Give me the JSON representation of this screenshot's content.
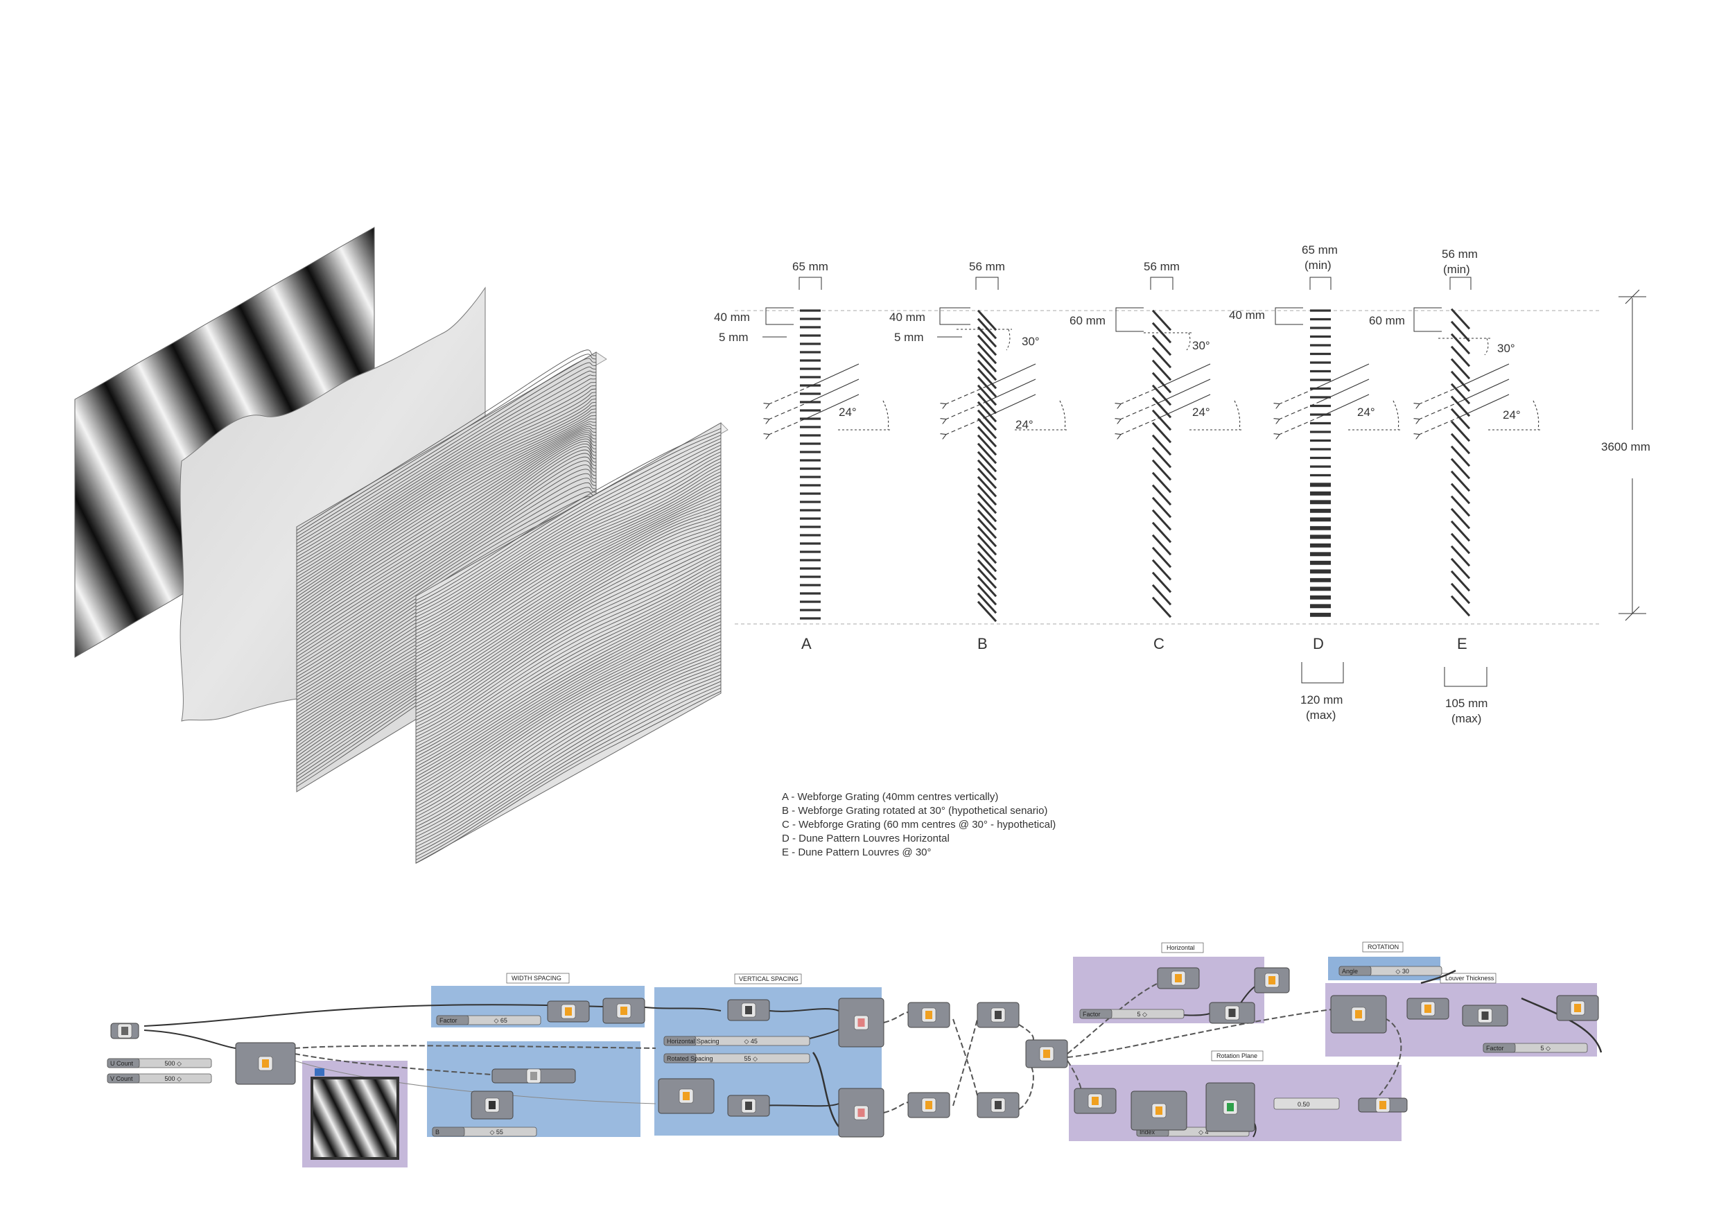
{
  "dimensions": {
    "col_a": {
      "width": "65 mm",
      "v_spacing": "40 mm",
      "thickness": "5 mm",
      "sun_angle": "24°",
      "letter": "A"
    },
    "col_b": {
      "width": "56 mm",
      "v_spacing": "40 mm",
      "thickness": "5 mm",
      "rotation": "30°",
      "sun_angle": "24°",
      "letter": "B"
    },
    "col_c": {
      "width": "56 mm",
      "v_spacing": "60 mm",
      "rotation": "30°",
      "sun_angle": "24°",
      "letter": "C"
    },
    "col_d": {
      "width": "65 mm",
      "width_note": "(min)",
      "v_spacing": "40 mm",
      "sun_angle": "24°",
      "letter": "D",
      "bottom": "120 mm",
      "bottom_note": "(max)"
    },
    "col_e": {
      "width": "56 mm",
      "width_note": "(min)",
      "v_spacing": "60 mm",
      "rotation": "30°",
      "sun_angle": "24°",
      "letter": "E",
      "bottom": "105 mm",
      "bottom_note": "(max)"
    },
    "height": "3600 mm"
  },
  "legend": [
    "A - Webforge Grating (40mm centres vertically)",
    "B - Webforge Grating rotated at 30° (hypothetical senario)",
    "C - Webforge  Grating (60 mm centres @ 30° - hypothetical)",
    "D - Dune Pattern Louvres Horizontal",
    "E - Dune Pattern Louvres @ 30°"
  ],
  "grasshopper": {
    "groups": {
      "width_spacing": "WIDTH SPACING",
      "vertical_spacing": "VERTICAL SPACING",
      "horizontal": "Horizontal",
      "rotation": "ROTATION",
      "rotation_plane": "Rotation Plane",
      "louver_thickness": "Louver Thickness"
    },
    "sliders": {
      "factor_width": {
        "label": "Factor",
        "value": "◇ 65"
      },
      "u_count": {
        "label": "U Count",
        "value": "500 ◇"
      },
      "v_count": {
        "label": "V Count",
        "value": "500 ◇"
      },
      "b_value": {
        "label": "B",
        "value": "◇ 55"
      },
      "horizontal_spacing": {
        "label": "Horizontal Spacing",
        "value": "◇ 45"
      },
      "rotated_spacing": {
        "label": "Rotated Spacing",
        "value": "55 ◇"
      },
      "factor_h": {
        "label": "Factor",
        "value": "5 ◇"
      },
      "angle": {
        "label": "Angle",
        "value": "◇ 30"
      },
      "factor_louver": {
        "label": "Factor",
        "value": "5 ◇"
      },
      "index": {
        "label": "Index",
        "value": "◇ 4"
      },
      "panel_value": "0.50"
    },
    "colors": {
      "blue_group": "#8fb2db",
      "purple_group": "#c5b8da",
      "component": "#8a8d95",
      "wire": "#333333"
    }
  }
}
